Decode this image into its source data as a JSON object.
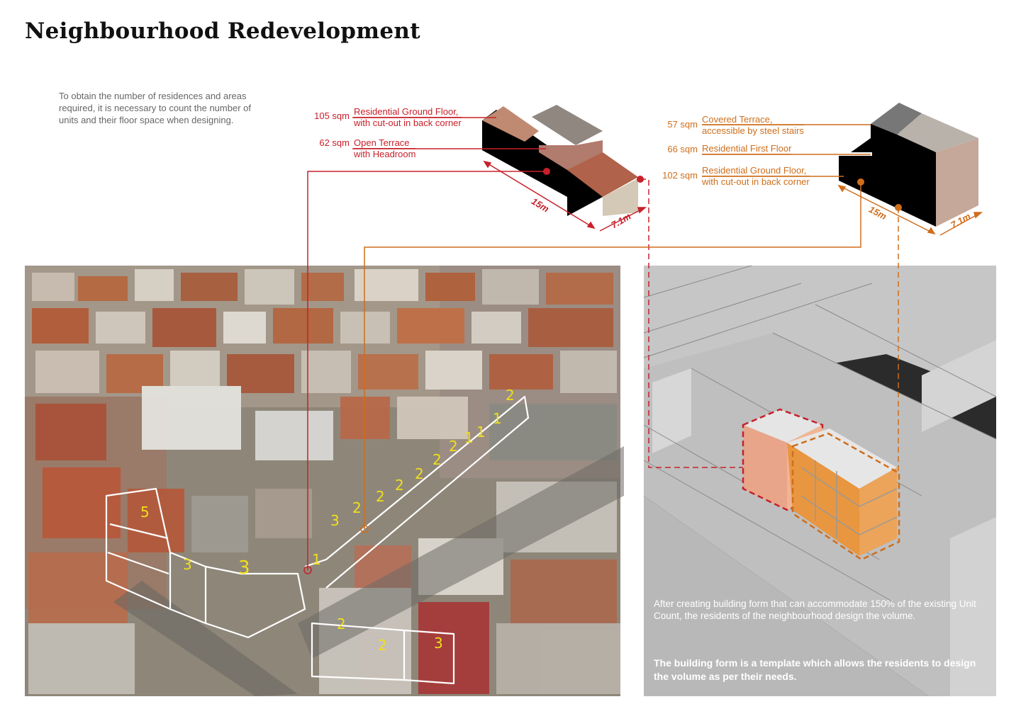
{
  "title": "Neighbourhood Redevelopment",
  "intro": "To obtain the number of residences and areas required, it is necessary to count the number of units and their floor space when designing.",
  "colors": {
    "red": "#c8202a",
    "orange": "#cf6e1c",
    "dark": "#2a2a2a",
    "grey": "#c2c2c2"
  },
  "building_a": {
    "floors": [
      {
        "area": "105 sqm",
        "line1": "Residential Ground Floor,",
        "line2": "with cut-out in back corner"
      },
      {
        "area": "62 sqm",
        "line1": "Open Terrace",
        "line2": "with Headroom"
      }
    ],
    "length": "15m",
    "width": "7.1m"
  },
  "building_b": {
    "floors": [
      {
        "area": "57 sqm",
        "line1": "Covered Terrace,",
        "line2": "accessible by steel stairs"
      },
      {
        "area": "66 sqm",
        "line1": "Residential First Floor",
        "line2": ""
      },
      {
        "area": "102 sqm",
        "line1": "Residential Ground Floor,",
        "line2": "with cut-out in back corner"
      }
    ],
    "length": "15m",
    "width": "7.1m"
  },
  "unit_counts": [
    "5",
    "3",
    "3",
    "1",
    "3",
    "2",
    "2",
    "2",
    "2",
    "2",
    "2",
    "1",
    "1",
    "1",
    "2",
    "2",
    "2",
    "3"
  ],
  "panel_text": {
    "body": "After creating building form that can accommodate 150% of the existing Unit Count, the residents of the neighbourhood design the volume.",
    "bold": "The building form is a template which allows the residents to design the volume as per their needs."
  }
}
